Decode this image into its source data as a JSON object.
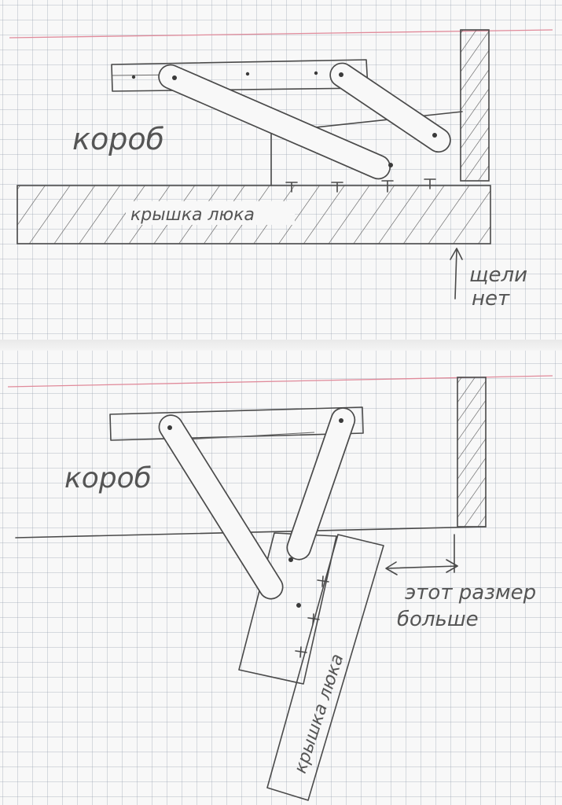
{
  "diagram": {
    "top": {
      "box_label": "короб",
      "lid_label": "крышка люка",
      "note_line1": "щели",
      "note_line2": "нет"
    },
    "bottom": {
      "box_label": "короб",
      "lid_label": "крышка люка",
      "note_line1": "этот размер",
      "note_line2": "больше"
    }
  },
  "colors": {
    "pencil": "#4a4a4a",
    "margin_line": "#e08a9a",
    "grid": "#9aa0af"
  }
}
